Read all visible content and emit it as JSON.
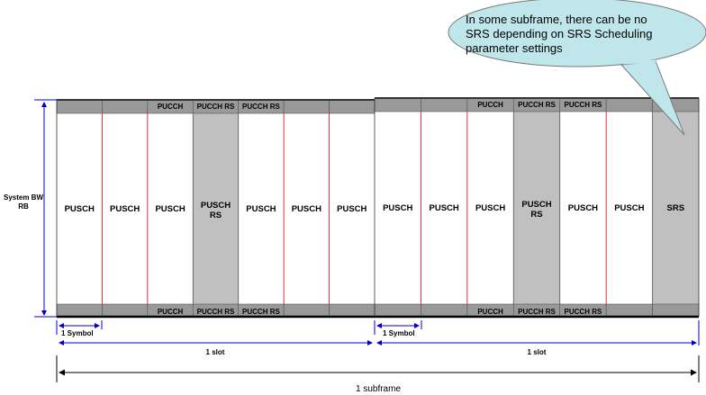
{
  "colors": {
    "pusch_fill": "#ffffff",
    "rs_fill": "#c0c0c0",
    "control_band_fill": "#999999",
    "symbol_divider": "#e60000",
    "frame_line": "#000000",
    "arrow_blue": "#0000cc",
    "callout_fill": "#bfe6ea",
    "callout_stroke": "#7a7a7a"
  },
  "axis": {
    "system_bw_label_line1": "System BW",
    "system_bw_label_line2": "RB"
  },
  "slots": [
    {
      "symbols": [
        {
          "label": "PUSCH",
          "type": "data",
          "top_pucch": "",
          "bottom_pucch": ""
        },
        {
          "label": "PUSCH",
          "type": "data",
          "top_pucch": "",
          "bottom_pucch": ""
        },
        {
          "label": "PUSCH",
          "type": "data",
          "top_pucch": "PUCCH",
          "bottom_pucch": "PUCCH"
        },
        {
          "label": "PUSCH RS",
          "type": "rs",
          "top_pucch": "PUCCH RS",
          "bottom_pucch": "PUCCH RS"
        },
        {
          "label": "PUSCH",
          "type": "data",
          "top_pucch": "PUCCH RS",
          "bottom_pucch": "PUCCH RS"
        },
        {
          "label": "PUSCH",
          "type": "data",
          "top_pucch": "",
          "bottom_pucch": ""
        },
        {
          "label": "PUSCH",
          "type": "data",
          "top_pucch": "",
          "bottom_pucch": ""
        }
      ]
    },
    {
      "symbols": [
        {
          "label": "PUSCH",
          "type": "data",
          "top_pucch": "",
          "bottom_pucch": ""
        },
        {
          "label": "PUSCH",
          "type": "data",
          "top_pucch": "",
          "bottom_pucch": ""
        },
        {
          "label": "PUSCH",
          "type": "data",
          "top_pucch": "PUCCH",
          "bottom_pucch": "PUCCH"
        },
        {
          "label": "PUSCH RS",
          "type": "rs",
          "top_pucch": "PUCCH RS",
          "bottom_pucch": "PUCCH RS"
        },
        {
          "label": "PUSCH",
          "type": "data",
          "top_pucch": "PUCCH RS",
          "bottom_pucch": "PUCCH RS"
        },
        {
          "label": "PUSCH",
          "type": "data",
          "top_pucch": "",
          "bottom_pucch": ""
        },
        {
          "label": "SRS",
          "type": "rs",
          "top_pucch": "",
          "bottom_pucch": ""
        }
      ]
    }
  ],
  "measurements": {
    "symbol_label": "1 Symbol",
    "slot_label": "1 slot",
    "subframe_label": "1 subframe"
  },
  "callout": {
    "lines": [
      "In some subframe, there can be no",
      "SRS depending on SRS Scheduling",
      "parameter settings"
    ]
  }
}
